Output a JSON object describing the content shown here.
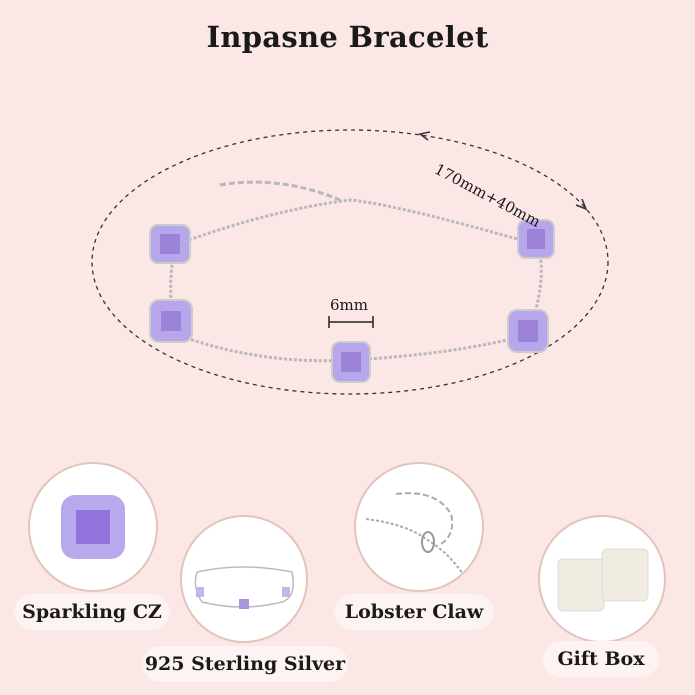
{
  "title": "Inpasne Bracelet",
  "dimensions": {
    "length_label": "170mm+40mm",
    "stone_size_label": "6mm"
  },
  "colors": {
    "background": "#fbe7e6",
    "stone": "#a890e0",
    "silver": "#c8c8cc",
    "circle_border": "#e2c4bc"
  },
  "features": [
    {
      "label": "Sparkling CZ",
      "icon": "cushion-gem-image"
    },
    {
      "label": "925 Sterling Silver",
      "icon": "bracelet-image"
    },
    {
      "label": "Lobster Claw",
      "icon": "lobster-claw-image"
    },
    {
      "label": "Gift Box",
      "icon": "gift-box-image"
    }
  ]
}
